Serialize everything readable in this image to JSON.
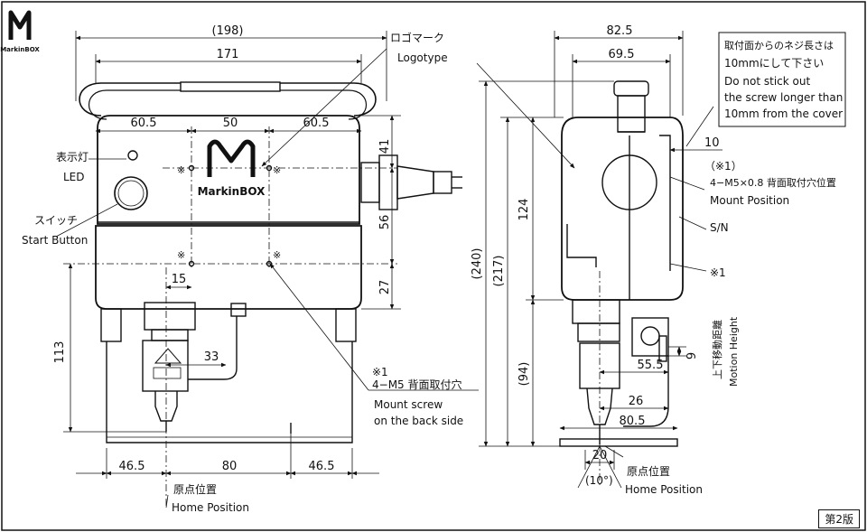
{
  "brand": {
    "logo_text": "MarkinBOX"
  },
  "edition": "第2版",
  "front_view": {
    "device_label": "MarkinBOX",
    "labels": {
      "led_jp": "表示灯",
      "led_en": "LED",
      "switch_jp": "スイッチ",
      "switch_en": "Start Button",
      "logo_jp": "ロゴマーク",
      "logo_en": "Logotype",
      "mount_note_mark": "※1",
      "mount_note_spec": "4−M5 背面取付穴",
      "mount_note_en_1": "Mount screw",
      "mount_note_en_2": "on the back side",
      "home_jp": "原点位置",
      "home_en": "Home Position",
      "hole_mark": "※"
    },
    "dimensions": {
      "overall_width": "(198)",
      "inner_width": "171",
      "left_pitch": "60.5",
      "middle_pitch": "50",
      "right_pitch": "60.5",
      "upper_height": "41",
      "mid_height": "56",
      "lower_height": "27",
      "offset_15": "15",
      "offset_33": "33",
      "height_113": "113",
      "bottom_left": "46.5",
      "bottom_middle": "80",
      "bottom_right": "46.5"
    }
  },
  "side_view": {
    "note_jp_1": "取付面からのネジ長さは",
    "note_jp_2": "10mmにして下さい",
    "note_en_1": "Do not stick out",
    "note_en_2": "the screw longer than",
    "note_en_3": "10mm from the cover",
    "labels": {
      "screw_len": "10",
      "note_mark": "（※1）",
      "mount_spec": "4−M5×0.8 背面取付穴位置",
      "mount_en": "Mount Position",
      "sn": "S/N",
      "mark1": "※1",
      "motion_jp": "上下移動距離",
      "motion_en": "Motion Height",
      "home_jp": "原点位置",
      "home_en": "Home Position"
    },
    "dimensions": {
      "width_825": "82.5",
      "width_695": "69.5",
      "h_240": "(240)",
      "h_217": "(217)",
      "h_124": "124",
      "h_94": "(94)",
      "motion_9": "9",
      "d_555": "55.5",
      "d_26": "26",
      "d_805": "80.5",
      "d_20": "20",
      "angle_10": "(10°)"
    }
  }
}
